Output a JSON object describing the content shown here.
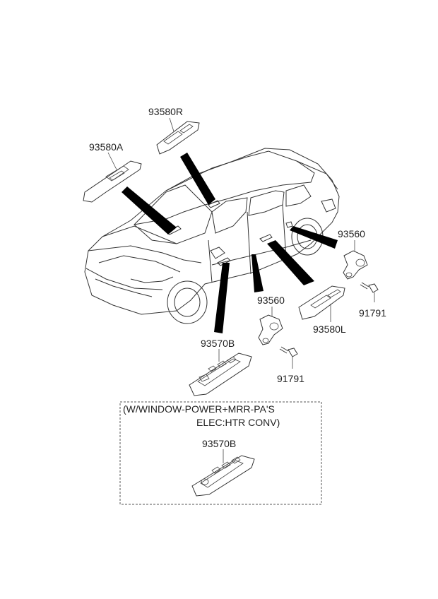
{
  "parts": {
    "p93580R": "93580R",
    "p93580A": "93580A",
    "p93560_right": "93560",
    "p91791_right": "91791",
    "p93560_center": "93560",
    "p93580L": "93580L",
    "p93570B_main": "93570B",
    "p91791_center": "91791",
    "p93570B_option": "93570B"
  },
  "option_box": {
    "line1": "(W/WINDOW-POWER+MRR-PA'S",
    "line2": "ELEC:HTR CONV)"
  }
}
